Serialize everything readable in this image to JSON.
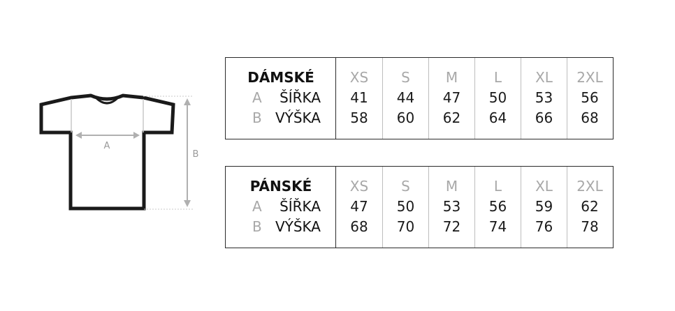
{
  "figure": {
    "label_a": "A",
    "label_b": "B"
  },
  "sizes": [
    "XS",
    "S",
    "M",
    "L",
    "XL",
    "2XL"
  ],
  "women": {
    "title": "DÁMSKÉ",
    "row_a_letter": "A",
    "row_a_name": "ŠÍŘKA",
    "row_b_letter": "B",
    "row_b_name": "VÝŠKA",
    "widths": [
      "41",
      "44",
      "47",
      "50",
      "53",
      "56"
    ],
    "heights": [
      "58",
      "60",
      "62",
      "64",
      "66",
      "68"
    ]
  },
  "men": {
    "title": "PÁNSKÉ",
    "row_a_letter": "A",
    "row_a_name": "ŠÍŘKA",
    "row_b_letter": "B",
    "row_b_name": "VÝŠKA",
    "widths": [
      "47",
      "50",
      "53",
      "56",
      "59",
      "62"
    ],
    "heights": [
      "68",
      "70",
      "72",
      "74",
      "76",
      "78"
    ]
  }
}
